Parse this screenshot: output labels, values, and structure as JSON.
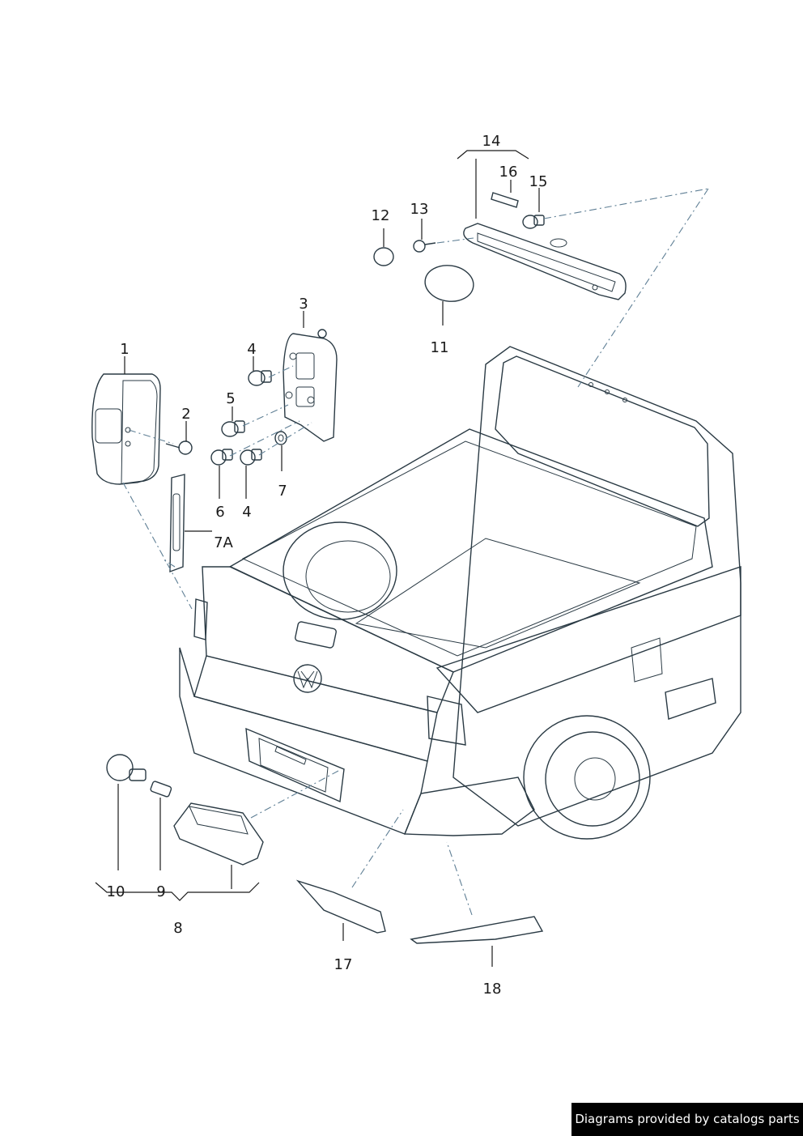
{
  "callouts": {
    "c1": "1",
    "c2": "2",
    "c3": "3",
    "c4a": "4",
    "c4b": "4",
    "c5": "5",
    "c6": "6",
    "c7": "7",
    "c7a": "7A",
    "c8": "8",
    "c9": "9",
    "c10": "10",
    "c11": "11",
    "c12": "12",
    "c13": "13",
    "c14": "14",
    "c15": "15",
    "c16": "16",
    "c17": "17",
    "c18": "18"
  },
  "footer": {
    "credit": "Diagrams provided by catalogs parts"
  },
  "colors": {
    "background": "#ffffff",
    "part_light": "#dfeaf1",
    "part_mid": "#9fb8c8",
    "part_dark": "#2f4654",
    "outline": "#2a3a44",
    "footer_bg": "#000000",
    "footer_text": "#ffffff"
  }
}
